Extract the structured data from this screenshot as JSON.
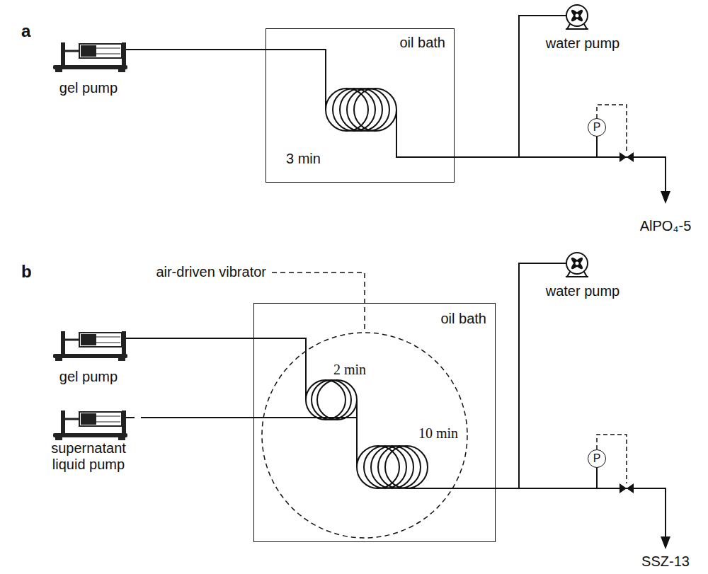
{
  "diagram": {
    "nodes": [
      {
        "text": [
          "gel pump"
        ]
      },
      {
        "text": [
          "oil bath",
          "3 min"
        ]
      },
      {
        "text": [
          "water pump"
        ]
      },
      {
        "text": [
          "P"
        ]
      },
      {
        "text": [
          "gel pump"
        ]
      },
      {
        "text": [
          "supernatant liquid pump"
        ]
      },
      {
        "text": [
          "oil bath",
          "2 min",
          "10 min"
        ]
      },
      {
        "text": [
          "water pump"
        ]
      },
      {
        "text": [
          "P"
        ]
      }
    ],
    "edges": [
      {
        "from": 0,
        "to": 1,
        "arrow": "none"
      },
      {
        "from": 4,
        "to": 6,
        "arrow": "none"
      },
      {
        "from": 5,
        "to": 6,
        "arrow": "none"
      }
    ],
    "labels": [
      "a",
      "AlPO₄-5",
      "b",
      "air-driven vibrator",
      "SSZ-13"
    ]
  }
}
